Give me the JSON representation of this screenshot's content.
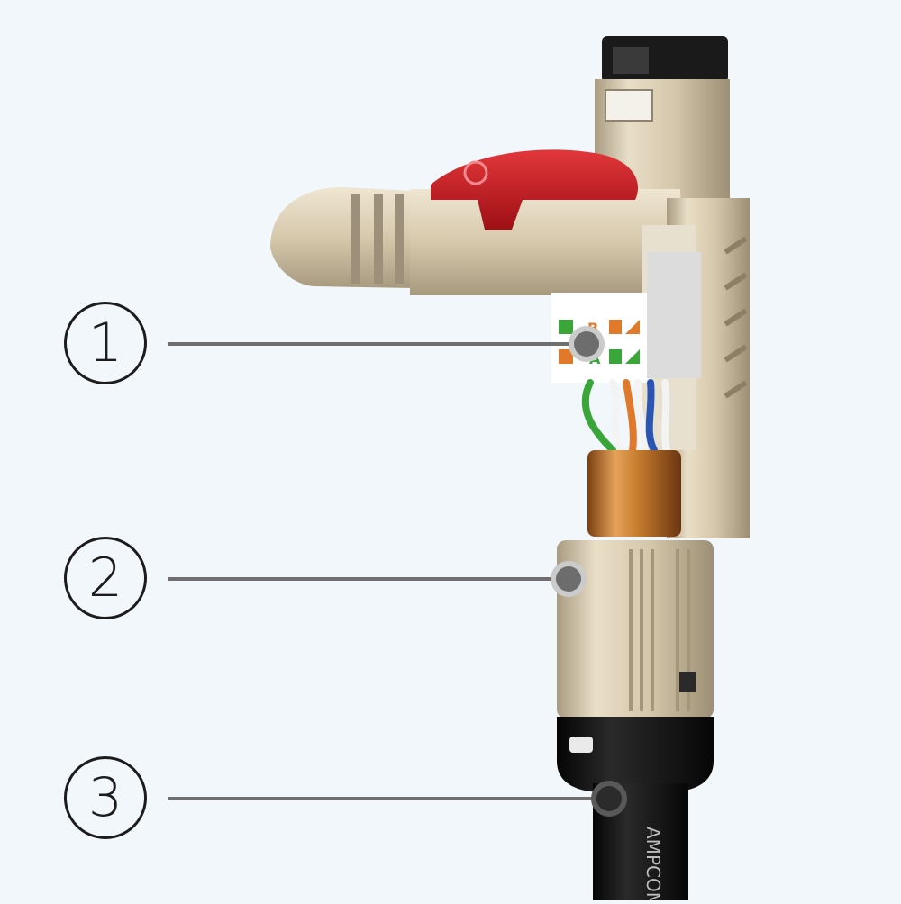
{
  "callouts": [
    {
      "number": "1",
      "name": "callout-1"
    },
    {
      "number": "2",
      "name": "callout-2"
    },
    {
      "number": "3",
      "name": "callout-3"
    }
  ],
  "product_labels": {
    "pair_b": "B",
    "pair_a": "A",
    "cable_print": "AMPCOM"
  },
  "colors": {
    "background": "#f2f7fc",
    "metal_shell": "#d8cbb2",
    "release_tab": "#c6161d",
    "copper_ferrule": "#c8873a",
    "cable_jacket": "#141414",
    "wire_green": "#3aa63a",
    "wire_orange": "#e07a2a",
    "wire_blue": "#2b55b5",
    "callout_line": "#6f6f6f"
  }
}
